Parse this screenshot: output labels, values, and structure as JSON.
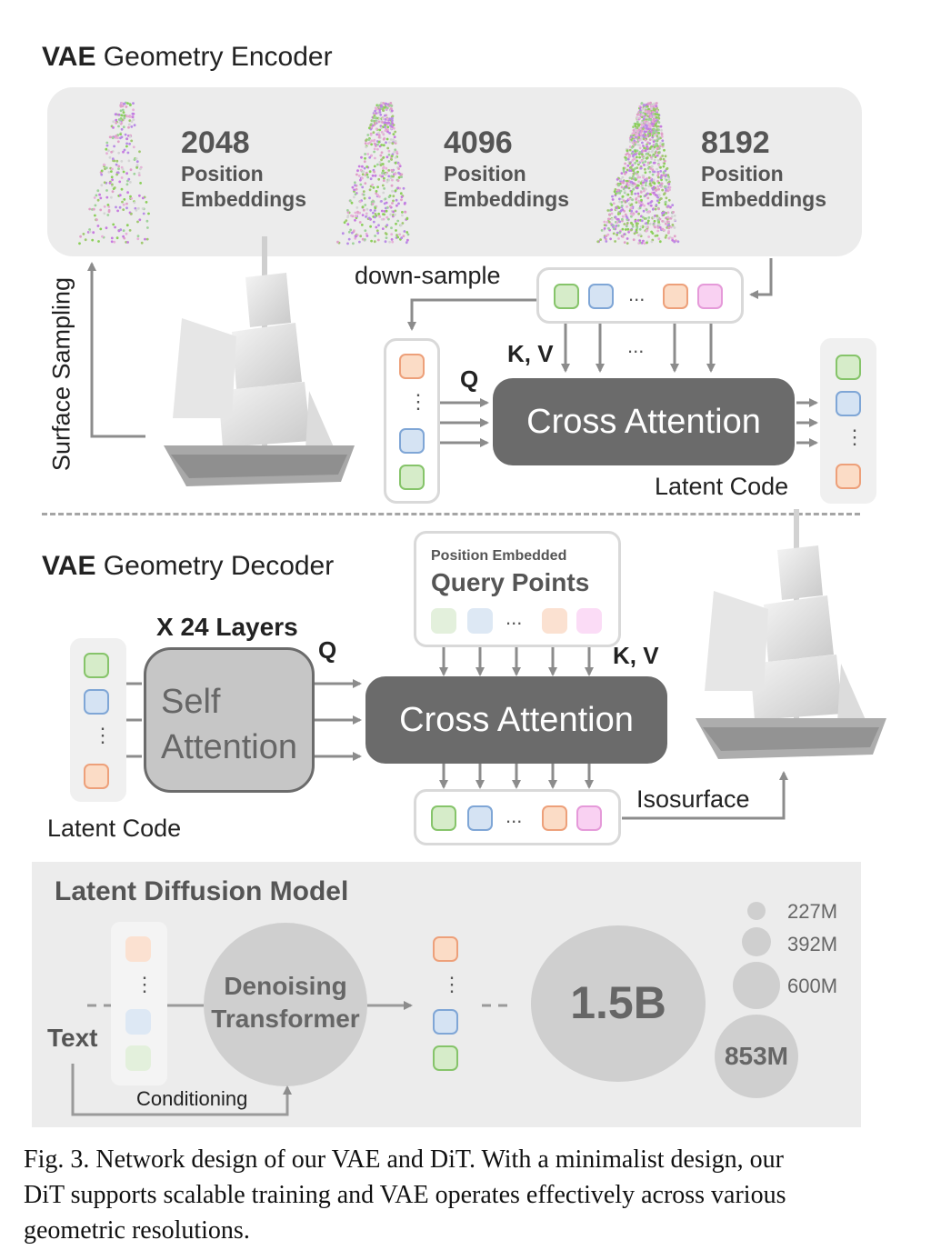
{
  "encoder": {
    "title_bold": "VAE",
    "title_rest": " Geometry Encoder",
    "samples": [
      {
        "count": "2048",
        "line1": "Position",
        "line2": "Embeddings"
      },
      {
        "count": "4096",
        "line1": "Position",
        "line2": "Embeddings"
      },
      {
        "count": "8192",
        "line1": "Position",
        "line2": "Embeddings"
      }
    ],
    "surface_sampling": "Surface Sampling",
    "down_sample": "down-sample",
    "kv": "K, V",
    "q": "Q",
    "cross_attention": "Cross Attention",
    "latent_code": "Latent Code",
    "dots": "..."
  },
  "decoder": {
    "title_bold": "VAE",
    "title_rest": " Geometry Decoder",
    "layers": "X 24 Layers",
    "q": "Q",
    "kv": "K, V",
    "self_attention_line1": "Self",
    "self_attention_line2": "Attention",
    "cross_attention": "Cross Attention",
    "query_small": "Position Embedded",
    "query_big": "Query Points",
    "isosurface": "Isosurface",
    "latent_code": "Latent Code",
    "dots": "..."
  },
  "ldm": {
    "title": "Latent Diffusion Model",
    "text": "Text",
    "conditioning": "Conditioning",
    "denoising_line1": "Denoising",
    "denoising_line2": "Transformer",
    "big_size": "1.5B",
    "size_853": "853M",
    "size_600": "600M",
    "size_392": "392M",
    "size_227": "227M"
  },
  "caption": {
    "line1": "Fig. 3.  Network design of our VAE and DiT. With a minimalist design, our",
    "line2": "DiT supports scalable training and VAE operates effectively across various",
    "line3": "geometric resolutions."
  },
  "colors": {
    "panel": "#ececec",
    "cross_attention": "#6b6b6b",
    "token_green": "#86c46a",
    "token_blue": "#7fa6d6",
    "token_orange": "#eda07a",
    "token_pink": "#e59ad9"
  }
}
